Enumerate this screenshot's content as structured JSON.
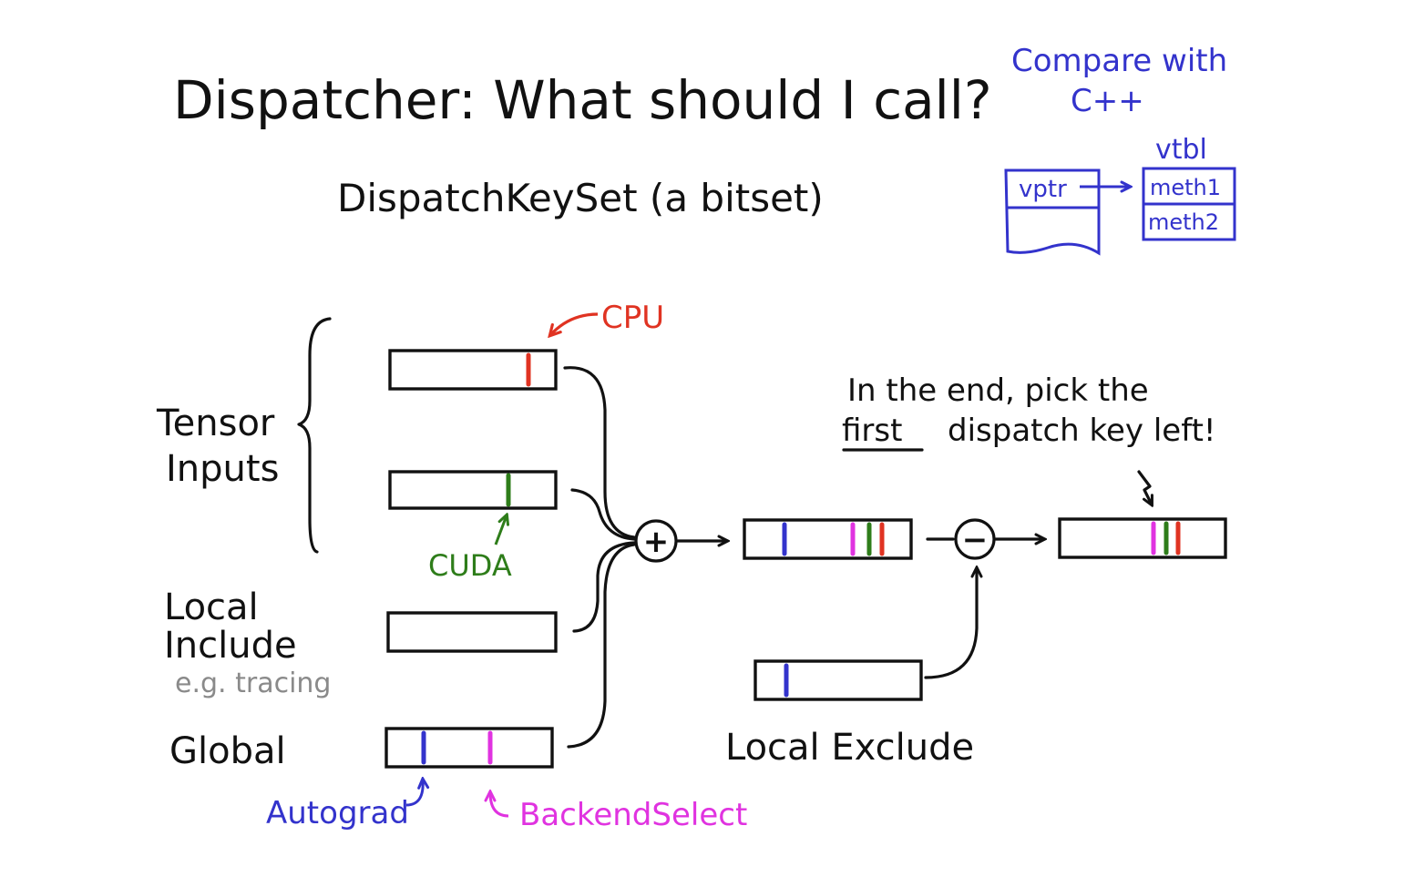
{
  "title": "Dispatcher:  What should I call?",
  "subtitle": "DispatchKeySet  (a bitset)",
  "compare": {
    "line1": "Compare with",
    "line2": "C++",
    "vtbl_label": "vtbl",
    "vptr_label": "vptr",
    "meth1": "meth1",
    "meth2": "meth2"
  },
  "labels": {
    "tensor_line1": "Tensor",
    "tensor_line2": "Inputs",
    "local_include_line1": "Local",
    "local_include_line2": "Include",
    "tracing_example": "e.g. tracing",
    "global": "Global",
    "local_exclude": "Local Exclude",
    "plus_op": "+",
    "minus_op": "−"
  },
  "keys": {
    "cpu": "CPU",
    "cuda": "CUDA",
    "autograd": "Autograd",
    "backend_select": "BackendSelect"
  },
  "note": {
    "line1": "In the end, pick the",
    "first_word": "first",
    "line2_rest": "dispatch key left!"
  },
  "colors": {
    "cpu": "#e03322",
    "cuda": "#2e7d1a",
    "autograd": "#3333cc",
    "backend_select": "#e033e0",
    "annotation_blue": "#3333cc",
    "ink": "#111111",
    "tracing_gray": "#8a8a8a"
  }
}
